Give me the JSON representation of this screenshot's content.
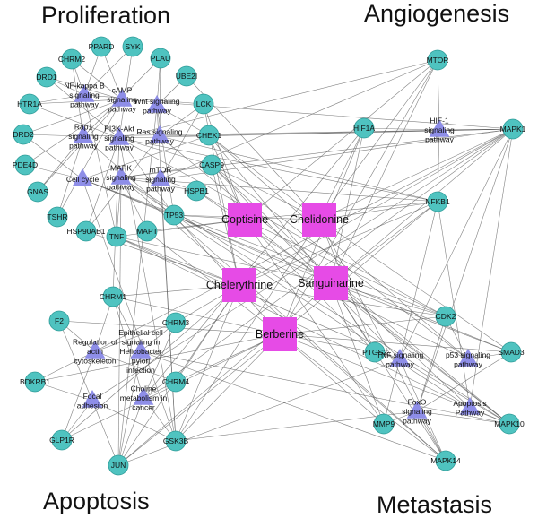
{
  "titles": {
    "proliferation": "Proliferation",
    "angiogenesis": "Angiogenesis",
    "apoptosis": "Apoptosis",
    "metastasis": "Metastasis"
  },
  "colors": {
    "gene": "#4fc3c0",
    "gene_stroke": "#2f9c99",
    "pathway": "#8e8ee8",
    "compound": "#e64be6",
    "edge": "#555555"
  },
  "compounds": [
    {
      "id": "coptisine",
      "label": "Coptisine"
    },
    {
      "id": "chelidonine",
      "label": "Chelidonine"
    },
    {
      "id": "chelerythrine",
      "label": "Chelerythrine"
    },
    {
      "id": "sanguinarine",
      "label": "Sanguinarine"
    },
    {
      "id": "berberine",
      "label": "Berberine"
    }
  ],
  "genes": [
    {
      "id": "PPARD",
      "label": "PPARD"
    },
    {
      "id": "SYK",
      "label": "SYK"
    },
    {
      "id": "PLAU",
      "label": "PLAU"
    },
    {
      "id": "CHRM2",
      "label": "CHRM2"
    },
    {
      "id": "UBE2I",
      "label": "UBE2I"
    },
    {
      "id": "DRD1",
      "label": "DRD1"
    },
    {
      "id": "HTR1A",
      "label": "HTR1A"
    },
    {
      "id": "LCK",
      "label": "LCK"
    },
    {
      "id": "DRD2",
      "label": "DRD2"
    },
    {
      "id": "CHEK1",
      "label": "CHEK1"
    },
    {
      "id": "PDE4D",
      "label": "PDE4D"
    },
    {
      "id": "CASP9",
      "label": "CASP9"
    },
    {
      "id": "GNAS",
      "label": "GNAS"
    },
    {
      "id": "HSPB1",
      "label": "HSPB1"
    },
    {
      "id": "TSHR",
      "label": "TSHR"
    },
    {
      "id": "TP53",
      "label": "TP53"
    },
    {
      "id": "HSP90AB1",
      "label": "HSP90AB1"
    },
    {
      "id": "TNF",
      "label": "TNF"
    },
    {
      "id": "MAPT",
      "label": "MAPT"
    },
    {
      "id": "MTOR",
      "label": "MTOR"
    },
    {
      "id": "HIF1A",
      "label": "HIF1A"
    },
    {
      "id": "MAPK1",
      "label": "MAPK1"
    },
    {
      "id": "NFKB1",
      "label": "NFKB1"
    },
    {
      "id": "CHRM1",
      "label": "CHRM1"
    },
    {
      "id": "F2",
      "label": "F2"
    },
    {
      "id": "CHRM3",
      "label": "CHRM3"
    },
    {
      "id": "BDKRB1",
      "label": "BDKRB1"
    },
    {
      "id": "CHRM4",
      "label": "CHRM4"
    },
    {
      "id": "GLP1R",
      "label": "GLP1R"
    },
    {
      "id": "GSK3B",
      "label": "GSK3B"
    },
    {
      "id": "JUN",
      "label": "JUN"
    },
    {
      "id": "CDK2",
      "label": "CDK2"
    },
    {
      "id": "PTGS2",
      "label": "PTGS2"
    },
    {
      "id": "SMAD3",
      "label": "SMAD3"
    },
    {
      "id": "MMP9",
      "label": "MMP9"
    },
    {
      "id": "MAPK10",
      "label": "MAPK10"
    },
    {
      "id": "MAPK14",
      "label": "MAPK14"
    }
  ],
  "pathways": [
    {
      "id": "nfkb",
      "lines": [
        "NF-kappa B",
        "signaling",
        "pathway"
      ]
    },
    {
      "id": "camp",
      "lines": [
        "cAMP",
        "signaling",
        "pathway"
      ]
    },
    {
      "id": "wnt",
      "lines": [
        "Wnt signaling",
        "pathway"
      ]
    },
    {
      "id": "ras",
      "lines": [
        "Ras signaling",
        "pathway"
      ]
    },
    {
      "id": "rap1",
      "lines": [
        "Rap1",
        "signaling",
        "pathway"
      ]
    },
    {
      "id": "pi3k",
      "lines": [
        "PI3K-Akt",
        "signaling",
        "pathway"
      ]
    },
    {
      "id": "cellcycle",
      "lines": [
        "Cell cycle"
      ]
    },
    {
      "id": "mapk",
      "lines": [
        "MAPK",
        "signaling",
        "pathway"
      ]
    },
    {
      "id": "mtor",
      "lines": [
        "mTOR",
        "signaling",
        "pathway"
      ]
    },
    {
      "id": "hif1",
      "lines": [
        "HIF-1",
        "signaling",
        "pathway"
      ]
    },
    {
      "id": "actin",
      "lines": [
        "Regulation of",
        "actin",
        "cytoskeleton"
      ]
    },
    {
      "id": "hpylori",
      "lines": [
        "Epithelial cell",
        "signaling in",
        "Helicobacter",
        "pylori",
        "infection"
      ]
    },
    {
      "id": "focal",
      "lines": [
        "Focal",
        "adhesion"
      ]
    },
    {
      "id": "choline",
      "lines": [
        "Choline",
        "metabolism in",
        "cancer"
      ]
    },
    {
      "id": "tnfsig",
      "lines": [
        "TNF signaling",
        "pathway"
      ]
    },
    {
      "id": "p53sig",
      "lines": [
        "p53 signaling",
        "pathway"
      ]
    },
    {
      "id": "foxo",
      "lines": [
        "FoxO",
        "signaling",
        "pathway"
      ]
    },
    {
      "id": "apoptosis",
      "lines": [
        "Apoptosis",
        "Pathway"
      ]
    }
  ]
}
